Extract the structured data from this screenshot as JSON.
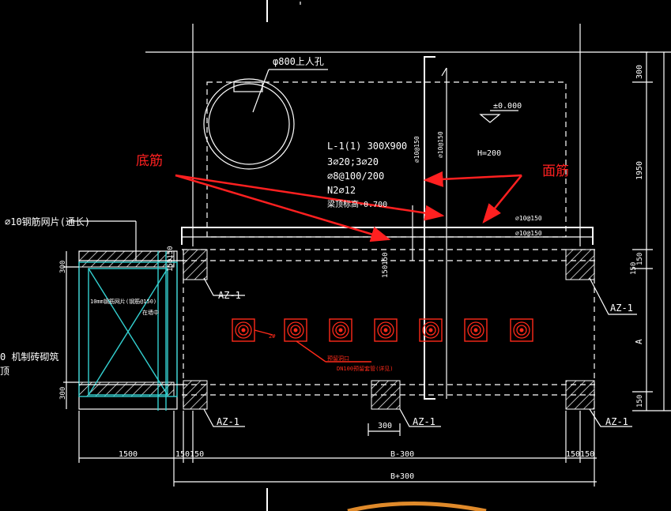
{
  "labels": {
    "manhole": "φ800上人孔",
    "elevation": "±0.000",
    "beam_line1": "L-1(1) 300X900",
    "beam_line2": "3⌀20;3⌀20",
    "beam_line3": "⌀8@100/200",
    "beam_line4": "N2⌀12",
    "beam_line5": "梁顶标高-0.700",
    "h_value": "H=200",
    "rebar_v1": "⌀10@150",
    "rebar_v2": "⌀10@150",
    "rebar_h1": "⌀10@150",
    "rebar_h2": "⌀10@150",
    "left_note1": "⌀10钢筋网片(通长)",
    "left_note2": "0 机制砖砌筑",
    "left_note3": "顶",
    "inner_note1": "10mm钢筋网片(钢筋@150)",
    "inner_note2": "在墙中",
    "small_red": "2#",
    "red_note1": "预留洞口",
    "red_note2": "DN100预留套管(详见)",
    "az1": "AZ-1",
    "az2": "AZ-1",
    "az3": "AZ-1",
    "az4": "AZ-1",
    "az5": "AZ-1",
    "annot_bottom": "底筋",
    "annot_top": "面筋"
  },
  "dimensions": {
    "d300": "300",
    "d1950": "1950",
    "d150a": "150",
    "d150b": "150",
    "d_A": "A",
    "d150c": "150",
    "left300a": "300",
    "left300b": "300",
    "d1500": "1500",
    "d150_150a": "150150",
    "d_b300": "B-300",
    "d150_150b": "150150",
    "d_bp300": "B+300",
    "d_mid300": "300",
    "d_150_50": "150150",
    "d_150_50b": "150150"
  },
  "colors": {
    "background": "#000000",
    "line": "#ffffff",
    "cyan": "#33d0d0",
    "red": "#ff2a1a",
    "orange": "#e08a2a"
  }
}
